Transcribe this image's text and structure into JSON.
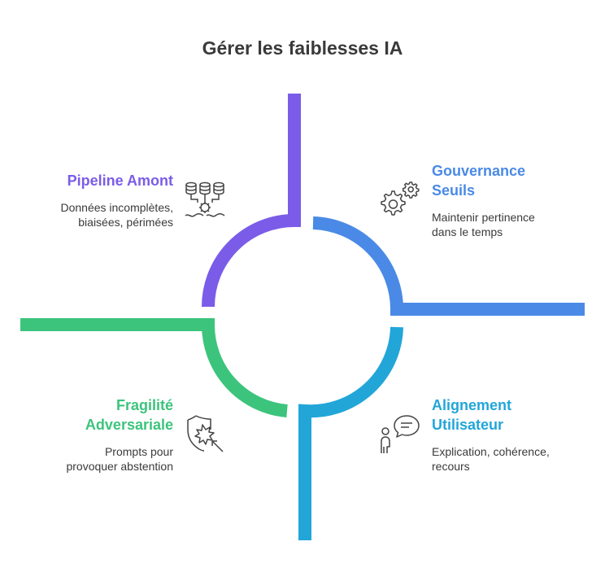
{
  "title": "Gérer les faiblesses IA",
  "quadrants": [
    {
      "id": "top-left",
      "title_lines": [
        "Pipeline Amont"
      ],
      "desc_lines": [
        "Données incomplètes,",
        "biaisées, périmées"
      ],
      "color": "#7a5ce8",
      "icon": "database-network-icon"
    },
    {
      "id": "top-right",
      "title_lines": [
        "Gouvernance",
        "Seuils"
      ],
      "desc_lines": [
        "Maintenir pertinence",
        "dans le temps"
      ],
      "color": "#4a8ae6",
      "icon": "gears-icon"
    },
    {
      "id": "bottom-right",
      "title_lines": [
        "Alignement",
        "Utilisateur"
      ],
      "desc_lines": [
        "Explication, cohérence,",
        "recours"
      ],
      "color": "#22a6d8",
      "icon": "person-speech-icon"
    },
    {
      "id": "bottom-left",
      "title_lines": [
        "Fragilité",
        "Adversariale"
      ],
      "desc_lines": [
        "Prompts pour",
        "provoquer abstention"
      ],
      "color": "#3cc47c",
      "icon": "shield-break-icon"
    }
  ]
}
